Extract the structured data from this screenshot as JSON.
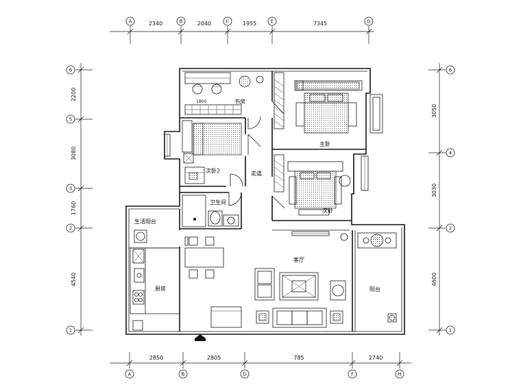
{
  "rooms": {
    "study": "书房",
    "master_bedroom": "主卧",
    "bedroom2": "次卧2",
    "bedroom3": "次卧",
    "corridor": "走道",
    "bathroom": "卫生间",
    "living_room": "客厅",
    "kitchen": "厨房",
    "utility_balcony": "生活阳台",
    "balcony": "阳台"
  },
  "bed_width": "1800",
  "top_axes": [
    "A",
    "B",
    "C",
    "E",
    "G"
  ],
  "top_dims": [
    "2340",
    "2040",
    "1955",
    "7345"
  ],
  "bottom_axes": [
    "A",
    "B",
    "D",
    "F",
    "H"
  ],
  "bottom_dims": [
    "2850",
    "2805",
    "785",
    "2740"
  ],
  "left_axes": [
    "6",
    "5",
    "3",
    "2",
    "1"
  ],
  "left_dims": [
    "2200",
    "3080",
    "1760",
    "4540"
  ],
  "right_axes": [
    "6",
    "4",
    "2",
    "1"
  ],
  "right_dims": [
    "3050",
    "3030",
    "4600"
  ]
}
